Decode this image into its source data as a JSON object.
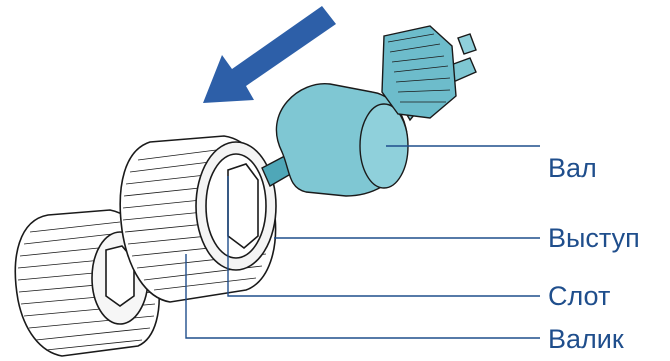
{
  "colors": {
    "arrow": "#2d5fa8",
    "shaft_part": "#7fc7d3",
    "shaft_part_dark": "#4fa7b8",
    "outline": "#1a1a1a",
    "callout_line": "#1f4e8c",
    "label_text": "#1f4e8c"
  },
  "labels": {
    "shaft": "Вал",
    "tab": "Выступ",
    "slot": "Слот",
    "roller": "Валик"
  },
  "icons": {
    "direction_arrow": "arrow-down-left-icon"
  }
}
